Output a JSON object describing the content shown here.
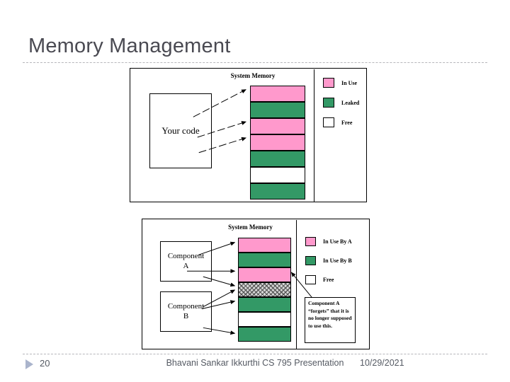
{
  "slide": {
    "title": "Memory Management",
    "number": "20",
    "footer_center": "Bhavani Sankar Ikkurthi CS 795 Presentation",
    "footer_date": "10/29/2021"
  },
  "colors": {
    "in_use": "#FF99CC",
    "leaked": "#339966",
    "free": "#FFFFFF",
    "forgotten": "#D8D8D8",
    "title_text": "#4A4A52",
    "footer_text": "#555A63",
    "rule": "#B6B6BB",
    "triangle": "#AAB4CC"
  },
  "diagram1": {
    "memory_title": "System Memory",
    "code_box_label": "Your code",
    "blocks": [
      {
        "state": "in-use",
        "label": "In Use"
      },
      {
        "state": "leaked",
        "label": "Leaked"
      },
      {
        "state": "in-use",
        "label": "In Use"
      },
      {
        "state": "in-use",
        "label": "In Use"
      },
      {
        "state": "leaked",
        "label": "Leaked"
      },
      {
        "state": "free",
        "label": "Free"
      },
      {
        "state": "leaked",
        "label": "Leaked"
      }
    ],
    "legend": [
      {
        "swatch": "in-use",
        "label": "In Use"
      },
      {
        "swatch": "leaked",
        "label": "Leaked"
      },
      {
        "swatch": "free",
        "label": "Free"
      }
    ],
    "arrow_count": 3,
    "arrow_targets": [
      1,
      3,
      4
    ]
  },
  "diagram2": {
    "memory_title": "System Memory",
    "component_a_label": "Component\nA",
    "component_b_label": "Component\nB",
    "blocks": [
      {
        "state": "in-use-a",
        "label": "In Use By A"
      },
      {
        "state": "in-use-b",
        "label": "In Use By B"
      },
      {
        "state": "in-use-a",
        "label": "In Use By A"
      },
      {
        "state": "forgotten",
        "label": "Forgotten by A"
      },
      {
        "state": "in-use-b",
        "label": "In Use By B"
      },
      {
        "state": "free",
        "label": "Free"
      },
      {
        "state": "in-use-b",
        "label": "In Use By B"
      }
    ],
    "legend": [
      {
        "swatch": "in-use-a",
        "label": "In Use By A"
      },
      {
        "swatch": "in-use-b",
        "label": "In Use By B"
      },
      {
        "swatch": "free",
        "label": "Free"
      }
    ],
    "callout": "Component A “forgets” that it is no longer supposed to use this.",
    "arrow_count": 6,
    "arrow_targets_a": [
      1,
      3,
      4
    ],
    "arrow_targets_b": [
      4,
      5,
      7
    ]
  }
}
